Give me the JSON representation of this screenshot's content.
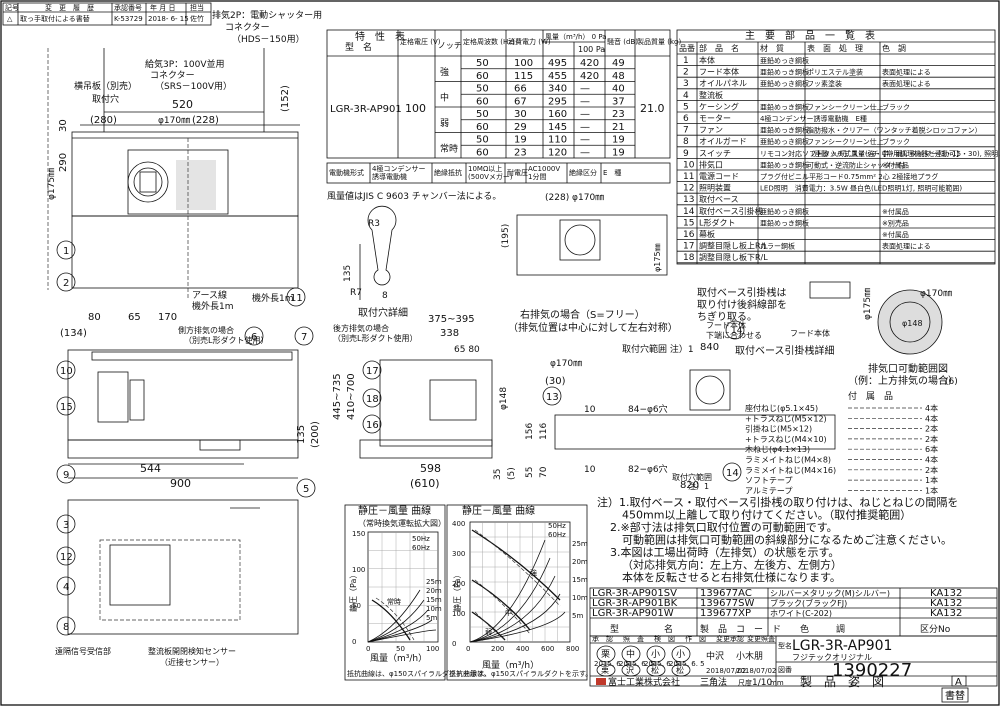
{
  "revision": {
    "headers": [
      "記号",
      "変　更　履　歴",
      "承認番号",
      "年 月 日",
      "担当"
    ],
    "row": [
      "△",
      "取っ手取付による書替",
      "K-53729",
      "2018- 6- 15",
      "佐竹"
    ]
  },
  "callouts": {
    "exhaust_2p": "排気2P：電動シャッター用",
    "connector_hds": "コネクター",
    "hds": "（HDS－150用）",
    "power_3p": "給気3P：100V並用",
    "connector_srs": "コネクター",
    "srs": "（SRS－100V用）",
    "hanger_hole": "横吊板（別売）",
    "mount_hole": "取付穴",
    "earth_wire": "アース線",
    "earth_wire_len": "機外長1m",
    "hang_length": "機外長1m",
    "side_exhaust": "側方排気の場合",
    "side_exhaust_sub": "（別売L形ダクト使用）",
    "rear_exhaust": "後方排気の場合",
    "rear_exhaust_sub": "（別売L形ダクト使用）",
    "right_exhaust": "右排気の場合（S=フリー）",
    "right_exhaust_sub": "（排気位置は中心に対して左右対称）",
    "mount_detail": "取付穴詳細",
    "remote_sensor": "遠隔信号受信部",
    "near_sensor": "整流板開閉検知センサー",
    "near_sensor_sub": "（近接センサー）",
    "base_label1": "取付ベース引掛桟は",
    "base_label2": "取り付け後斜線部を",
    "base_label3": "ちぎり取る。",
    "hood_body": "フード本体",
    "hood_body2": "下端に合わせる",
    "hood_base": "フード本体",
    "base_detail": "取付ベース引掛桟詳細",
    "exhaust_range": "排気口可動範囲図",
    "exhaust_range_sub": "（例：上方排気の場合）",
    "range_note": "取付穴範囲 注）1",
    "range_note2": "取付穴範囲",
    "range_note2b": "注）1"
  },
  "dims": {
    "d520": "520",
    "d280": "(280)",
    "d170a": "φ170㎜",
    "d228": "(228)",
    "d152": "(152)",
    "d30": "30",
    "d290": "290",
    "d175": "φ175㎜",
    "d80": "80",
    "d65": "65",
    "d170": "170",
    "d134": "(134)",
    "d544": "544",
    "d900": "900",
    "d135": "135",
    "d200": "(200)",
    "d375": "375~395",
    "d338": "338",
    "d6580": "65 80",
    "d445": "445~735",
    "d410": "410~700",
    "d598": "598",
    "d610": "(610)",
    "d148": "φ148",
    "d35": "35",
    "d5": "(5)",
    "d228b": "(228) φ170㎜",
    "d195": "(195)",
    "d175b": "φ175㎜",
    "d840": "840",
    "d170b": "φ170㎜",
    "d30b": "(30)",
    "d10": "10",
    "d846": "84−φ6穴",
    "d826": "82−φ6穴",
    "d820": "820",
    "d156": "156",
    "d116": "116",
    "d55": "55",
    "d70": "70",
    "d10b": "10",
    "dR3": "R3",
    "dR7": "R7",
    "d8": "8",
    "d135b": "135",
    "d175c": "φ175㎜",
    "d170c": "φ170㎜",
    "d148b": "φ148",
    "d6": "(6)"
  },
  "bubbles": [
    "1",
    "2",
    "3",
    "4",
    "5",
    "6",
    "7",
    "8",
    "9",
    "10",
    "11",
    "12",
    "13",
    "14",
    "15",
    "16",
    "17",
    "18"
  ],
  "specs": {
    "title": "特　性　表",
    "headers": [
      "型　名",
      "定格電圧\n(V)",
      "ノッチ",
      "定格周波数\n(Hz)",
      "消費電力\n(W)",
      "風量（m³/h）\n0 Pa",
      "100 Pa",
      "騒音\n(dB)",
      "製品質量\n(kg)"
    ],
    "model": "LGR-3R-AP901",
    "voltage": "100",
    "weight": "21.0",
    "rows": [
      {
        "notch": "強",
        "hz": "50",
        "w": "100",
        "q0": "495",
        "q100": "420",
        "db": "49"
      },
      {
        "notch": "",
        "hz": "60",
        "w": "115",
        "q0": "455",
        "q100": "420",
        "db": "48"
      },
      {
        "notch": "中",
        "hz": "50",
        "w": "66",
        "q0": "340",
        "q100": "—",
        "db": "40"
      },
      {
        "notch": "",
        "hz": "60",
        "w": "67",
        "q0": "295",
        "q100": "—",
        "db": "37"
      },
      {
        "notch": "弱",
        "hz": "50",
        "w": "30",
        "q0": "160",
        "q100": "—",
        "db": "23"
      },
      {
        "notch": "",
        "hz": "60",
        "w": "29",
        "q0": "145",
        "q100": "—",
        "db": "21"
      },
      {
        "notch": "常時",
        "hz": "50",
        "w": "19",
        "q0": "110",
        "q100": "—",
        "db": "19"
      },
      {
        "notch": "",
        "hz": "60",
        "w": "23",
        "q0": "120",
        "q100": "—",
        "db": "19"
      }
    ],
    "extra": [
      "電動機形式",
      "4極コンデンサー\n誘導電動機",
      "絶縁抵抗",
      "10MΩ以上\n(500Vメガー)",
      "耐電圧",
      "AC1000V\n1分間",
      "絶縁区分",
      "E　種"
    ],
    "note": "風量値はJIS C 9603 チャンバー法による。"
  },
  "parts": {
    "title": "主　要　部　品　一　覧　表",
    "headers": [
      "品番",
      "部　品　名",
      "材　質",
      "表　面　処　理",
      "色　調"
    ],
    "rows": [
      [
        "1",
        "本体",
        "亜鉛めっき鋼板",
        "",
        ""
      ],
      [
        "2",
        "フード本体",
        "亜鉛めっき鋼板",
        "ポリエステル塗装",
        "表面処理による"
      ],
      [
        "3",
        "オイルパネル",
        "亜鉛めっき鋼板",
        "フッ素塗装",
        "表面処理による"
      ],
      [
        "4",
        "整流板",
        "",
        "",
        ""
      ],
      [
        "5",
        "ケーシング",
        "亜鉛めっき鋼板",
        "ファンシークリーン仕上",
        "ブラック"
      ],
      [
        "6",
        "モーター",
        "4極コンデンサー誘導電動機　E種",
        "",
        ""
      ],
      [
        "7",
        "ファン",
        "亜鉛めっき鋼板",
        "脂肪撥水・クリアー（ワンタッチ着脱シロッコファン）",
        ""
      ],
      [
        "8",
        "オイルガード",
        "亜鉛めっき鋼板",
        "ファンシークリーン仕上",
        "ブラック"
      ],
      [
        "9",
        "スイッチ",
        "リモコン対応ソフトタッチ式スイッチ【常用調理機器と連動可】",
        "（連動 入/切, 風量(強・中・弱), タイマー(3・15・30), 照明, お手入れサイン, 常時換気）",
        ""
      ],
      [
        "10",
        "排気口",
        "亜鉛めっき鋼板",
        "可動式・逆流防止シャッター付",
        "※付属品"
      ],
      [
        "11",
        "電源コード",
        "プラグ付ビニル平形コード0.75mm² 2心 2極接地プラグ",
        "",
        ""
      ],
      [
        "12",
        "照明装置",
        "LED照明　消費電力：3.5W 昼白色(LED照明1灯, 照明可能範囲)",
        "",
        ""
      ],
      [
        "13",
        "取付ベース",
        "",
        "",
        ""
      ],
      [
        "14",
        "取付ベース引掛桟",
        "亜鉛めっき鋼板",
        "",
        "※付属品"
      ],
      [
        "15",
        "L形ダクト",
        "亜鉛めっき鋼板",
        "",
        "※別売品"
      ],
      [
        "16",
        "幕板",
        "",
        "",
        "※付属品"
      ],
      [
        "17",
        "調整目隠し板上R/L",
        "カラー鋼板",
        "",
        "表面処理による"
      ],
      [
        "18",
        "調整目隠し板下R/L",
        "",
        "",
        ""
      ]
    ]
  },
  "accessories": {
    "title": "付　属　品",
    "items": [
      [
        "座付ねじ(φ5.1×45)",
        "4本"
      ],
      [
        "+トラスねじ(M5×12)",
        "4本"
      ],
      [
        "引掛ねじ(M5×12)",
        "2本"
      ],
      [
        "+トラスねじ(M4×10)",
        "2本"
      ],
      [
        "木ねじ(φ4.1×13)",
        "6本"
      ],
      [
        "ラミメイトねじ(M4×8)",
        "4本"
      ],
      [
        "ラミメイトねじ(M4×16)",
        "2本"
      ],
      [
        "ソフトテープ",
        "1本"
      ],
      [
        "アルミテープ",
        "1本"
      ]
    ]
  },
  "notes": [
    "注）1.取付ベース・取付ベース引掛桟の取り付けは、ねじとねじの間隔を",
    "450mm以上離して取り付けてください。（取付推奨範囲）",
    "2.※部寸法は排気口取付位置の可動範囲です。",
    "可動範囲は排気口可動範囲の斜線部分になるためご注意ください。",
    "3.本図は工場出荷時（左排気）の状態を示す。",
    "（対応排気方向：左上方、左後方、左側方）",
    "本体を反転させると右排気仕様になります。"
  ],
  "curve1": {
    "title": "静圧－風量 曲線",
    "subtitle": "（常時換気運転拡大図）",
    "ylabel": "静圧（Pa）",
    "xlabel": "風量（m³/h）",
    "legend": [
      "50Hz",
      "60Hz"
    ],
    "mark": "常時",
    "duct": [
      "25m",
      "20m",
      "15m",
      "10m",
      "5m"
    ],
    "note": "抵抗曲線は、φ150スパイラルダクトを示す。",
    "yticks": [
      "150",
      "100",
      "50",
      "0"
    ],
    "xticks": [
      "0",
      "50",
      "100"
    ]
  },
  "curve2": {
    "title": "静圧－風量 曲線",
    "ylabel": "静圧（Pa）",
    "xlabel": "風量（m³/h）",
    "legend": [
      "50Hz",
      "60Hz"
    ],
    "marks": [
      "強",
      "中",
      "弱"
    ],
    "duct": [
      "25m",
      "20m",
      "15m",
      "10m",
      "5m"
    ],
    "note": "抵抗曲線は、φ150スパイラルダクトを示す。",
    "yticks": [
      "400",
      "300",
      "200",
      "100",
      "0"
    ],
    "xticks": [
      "0",
      "200",
      "400",
      "600",
      "800"
    ]
  },
  "variants": {
    "rows": [
      [
        "LGR-3R-AP901SV",
        "139677AC",
        "シルバーメタリック(M)シルバー)",
        "KA132"
      ],
      [
        "LGR-3R-AP901BK",
        "139677SW",
        "ブラック(ブラックFJ)",
        "KA132"
      ],
      [
        "LGR-3R-AP901W",
        "139677XP",
        "ホワイト(C-202)",
        "KA132"
      ]
    ],
    "footer": [
      "型　　　　　名",
      "製　品　コ　ー　ド",
      "色　　　調",
      "区分No"
    ]
  },
  "titleblock": {
    "heads": [
      "承　認",
      "照　査",
      "検　図",
      "作　図",
      "変更承認",
      "変更照査"
    ],
    "stamps": [
      "栗",
      "中",
      "小",
      "小"
    ],
    "names": [
      "中沢",
      "小木朋"
    ],
    "dates": [
      "2015. 6. 5",
      "2015. 6. 5",
      "2015. 6. 5",
      "2015. 6. 5"
    ],
    "stamp2": [
      "栗",
      "沢",
      "松",
      "松"
    ],
    "dates2": [
      "2018/07/02",
      "2018/07/02"
    ],
    "model_label": "型名",
    "model": "LGR-3R-AP901",
    "brand": "フジテックオリジナル",
    "code_label": "図番",
    "code": "1390227",
    "title": "製　品　姿　図",
    "size": "A",
    "company": "富士工業株式会社",
    "projection": "三角法",
    "scale_label": "尺度",
    "scale": "1/10",
    "unit": "mm",
    "rewrite": "書替"
  }
}
